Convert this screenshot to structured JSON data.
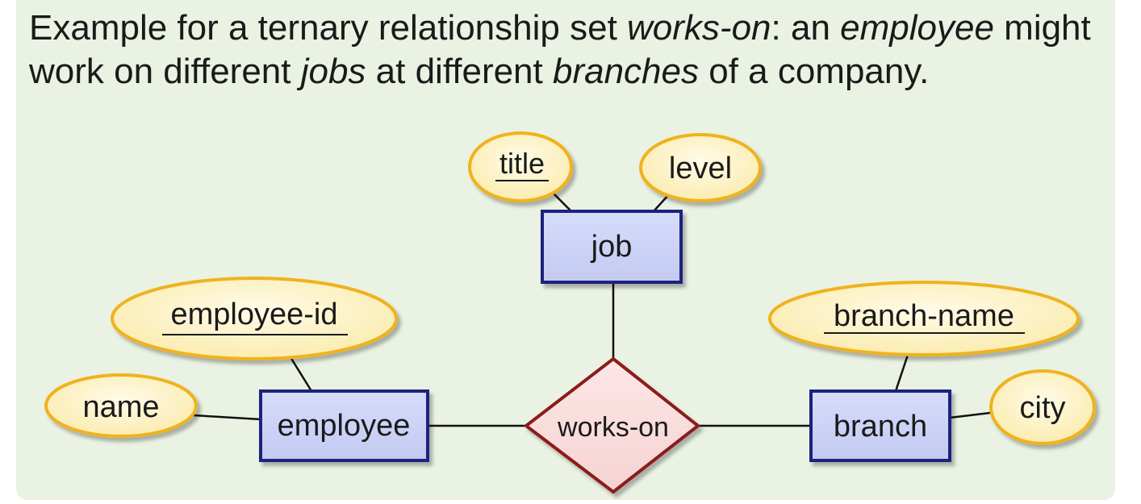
{
  "caption": {
    "part1": "Example for a ternary relationship set ",
    "term1": "works-on",
    "part2": ": an ",
    "term2": "employee",
    "part3": " might work on different ",
    "term3": "jobs",
    "part4": " at different ",
    "term4": "branches",
    "part5": " of a company."
  },
  "entities": {
    "job": "job",
    "employee": "employee",
    "branch": "branch"
  },
  "relationship": {
    "works_on": "works-on"
  },
  "attributes": {
    "title": "title",
    "level": "level",
    "employee_id": "employee-id",
    "name": "name",
    "branch_name": "branch-name",
    "city": "city"
  },
  "colors": {
    "entity_fill": "#ccd3f5",
    "entity_stroke": "#1a237e",
    "attribute_fill": "#fbefbe",
    "attribute_stroke": "#f0b21c",
    "relationship_fill": "#f9dcdc",
    "relationship_stroke": "#8b1a1a",
    "background": "#e9f2e3"
  }
}
